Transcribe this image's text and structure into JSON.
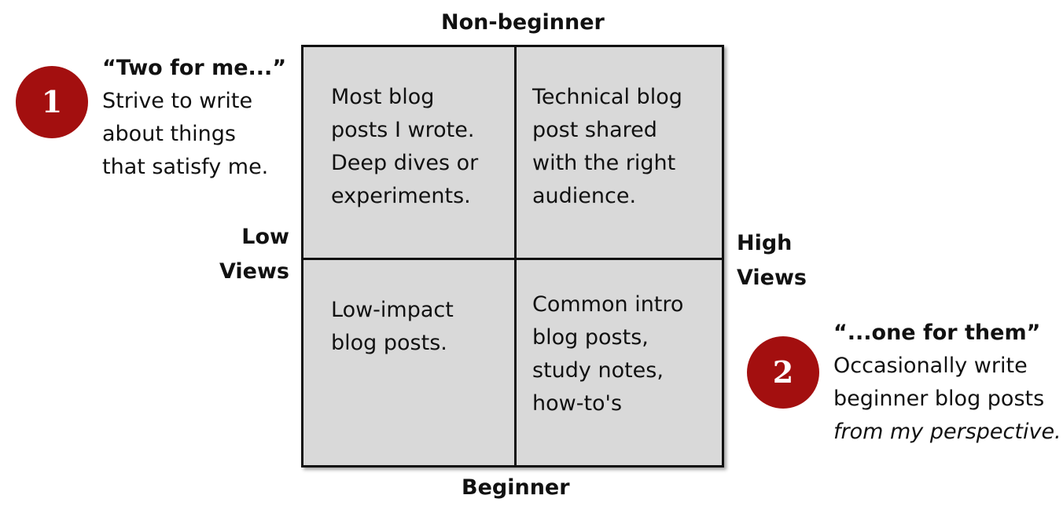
{
  "axes": {
    "top": "Non-beginner",
    "bottom": "Beginner",
    "left": [
      "Low",
      "Views"
    ],
    "right": [
      "High",
      "Views"
    ]
  },
  "quadrants": {
    "top_left": [
      "Most blog",
      "posts I wrote.",
      "Deep dives or",
      "experiments."
    ],
    "top_right": [
      "Technical blog",
      "post shared",
      "with the right",
      "audience."
    ],
    "bottom_left": [
      "Low-impact",
      "blog posts."
    ],
    "bottom_right": [
      "Common intro",
      "blog posts,",
      "study notes,",
      "how-to's"
    ]
  },
  "notes": [
    {
      "number": "1",
      "title": "“Two for me...”",
      "lines": [
        "Strive to write",
        "about things",
        "that satisfy me."
      ]
    },
    {
      "number": "2",
      "title": "“...one for them”",
      "lines": [
        "Occasionally write",
        "beginner blog posts",
        "from my perspective."
      ]
    }
  ],
  "colors": {
    "badge": "#a30f0f",
    "grid_fill": "#d9d9d9",
    "border": "#111111"
  }
}
